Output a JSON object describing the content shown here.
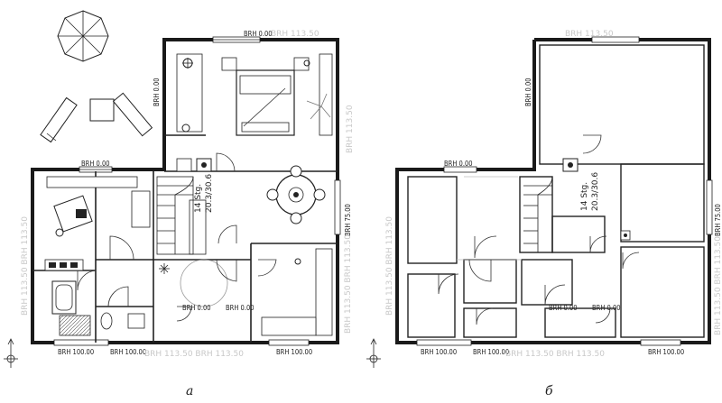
{
  "captions": {
    "left": "а",
    "right": "б"
  },
  "plan_left": {
    "brh_labels": {
      "top": "BRH 0.00",
      "top_right_grey": "BRH 113.50",
      "vertical_upper": "BRH 0.00",
      "vertical_right_grey": "BRH 113.50",
      "upper_left_wing": "BRH 0.00",
      "left_grey": "BRH 113.50 BRH 113.50",
      "right_vertical": "BRH 75.00",
      "right_grey": "BRH 113.50 BRH 113.50",
      "hall_left": "BRH 0.00",
      "hall_right": "BRH 0.00",
      "bottom_1": "BRH 100.00",
      "bottom_2": "BRH 100.00",
      "bottom_grey": "BRH 113.50 BRH 113.50",
      "bottom_right": "BRH 100.00"
    },
    "stair_label_1": "14 Stg.",
    "stair_label_2": "20.3/30.6"
  },
  "plan_right": {
    "brh_labels": {
      "top_grey": "BRH 113.50",
      "vertical_upper": "BRH 0.00",
      "upper_left_wing": "BRH 0.00",
      "left_grey": "BRH 113.50 BRH 113.50",
      "right_vertical": "BRH 75.00",
      "right_grey": "BRH 113.50 BRH 113.50",
      "hall_left": "BRH 0.00",
      "hall_right": "BRH 0.00",
      "bottom_1": "BRH 100.00",
      "bottom_2": "BRH 100.00",
      "bottom_grey": "BRH 113.50 BRH 113.50",
      "bottom_right": "BRH 100.00"
    },
    "stair_label_1": "14 Stg.",
    "stair_label_2": "20.3/30.6"
  }
}
